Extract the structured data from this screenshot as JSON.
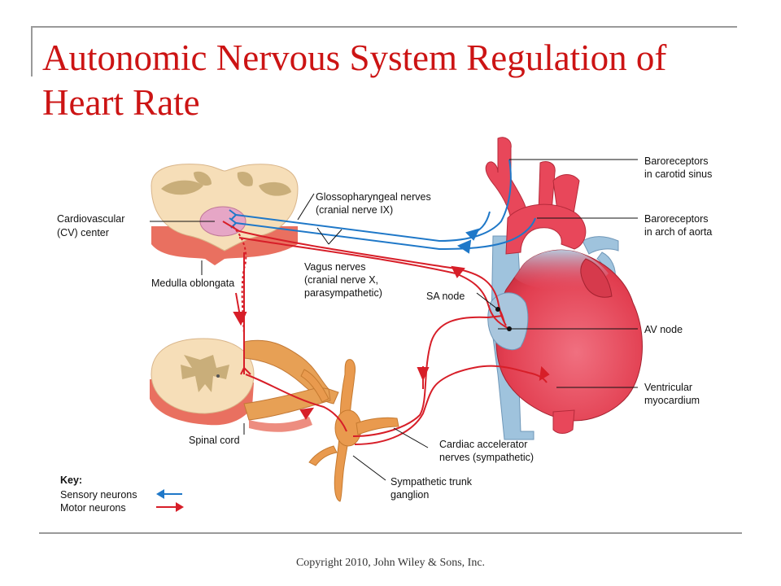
{
  "title": "Autonomic Nervous System Regulation of Heart Rate",
  "copyright": "Copyright 2010, John Wiley & Sons, Inc.",
  "labels": {
    "cv_center": [
      "Cardiovascular",
      "(CV) center"
    ],
    "medulla": "Medulla oblongata",
    "glossopharyngeal": [
      "Glossopharyngeal nerves",
      "(cranial nerve IX)"
    ],
    "vagus": [
      "Vagus nerves",
      "(cranial nerve X,",
      "parasympathetic)"
    ],
    "baro_carotid": [
      "Baroreceptors",
      "in carotid sinus"
    ],
    "baro_aorta": [
      "Baroreceptors",
      "in arch of aorta"
    ],
    "sa_node": "SA node",
    "av_node": "AV node",
    "ventricular": [
      "Ventricular",
      "myocardium"
    ],
    "spinal_cord": "Spinal cord",
    "cardiac_accel": [
      "Cardiac accelerator",
      "nerves (sympathetic)"
    ],
    "symp_trunk": [
      "Sympathetic trunk",
      "ganglion"
    ]
  },
  "key": {
    "title": "Key:",
    "sensory": "Sensory neurons",
    "motor": "Motor neurons"
  },
  "colors": {
    "title": "#cc1414",
    "sensory": "#1f78c8",
    "motor": "#d71e28",
    "heart": "#e94a5a",
    "vein": "#9fc3dd",
    "nerve_tissue": "#f6deb8",
    "ganglion": "#e89a50"
  }
}
